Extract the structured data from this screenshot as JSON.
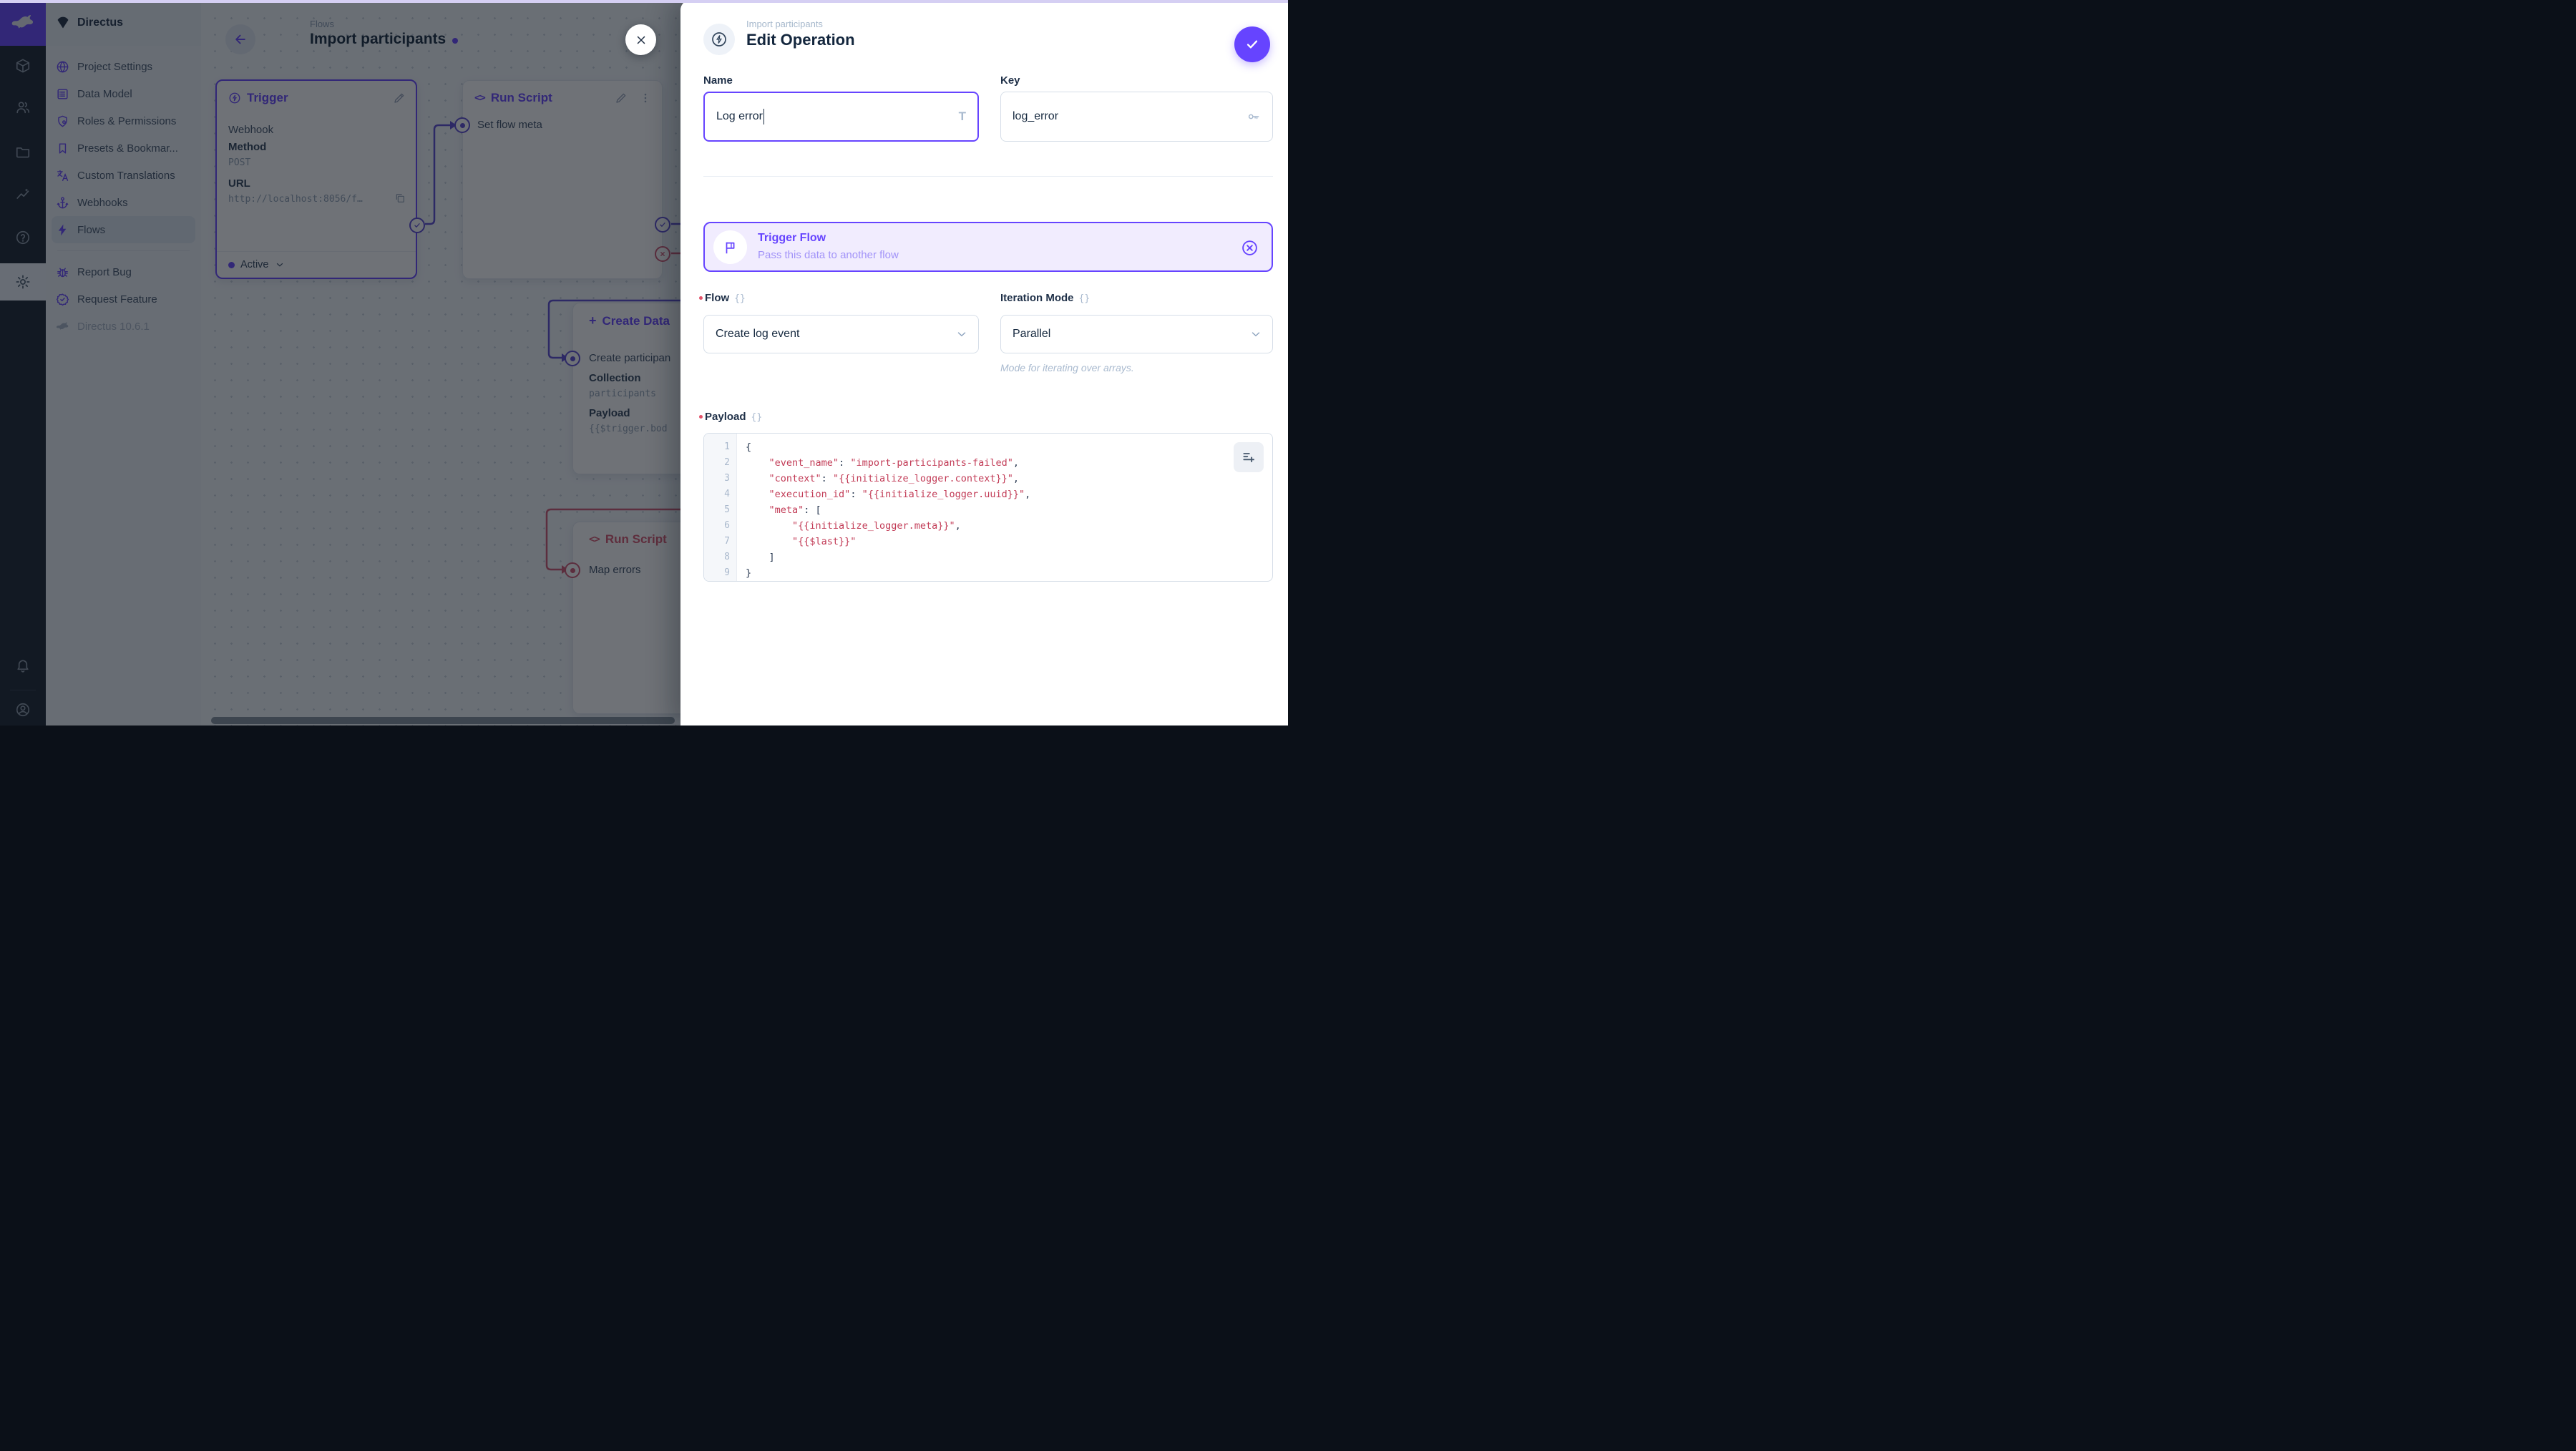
{
  "accent_color": "#6644ff",
  "module_bar": {
    "icons": [
      "content",
      "users",
      "files",
      "insights",
      "docs",
      "settings",
      "notifications",
      "account"
    ]
  },
  "nav": {
    "project_name": "Directus",
    "items": [
      {
        "label": "Project Settings"
      },
      {
        "label": "Data Model"
      },
      {
        "label": "Roles & Permissions"
      },
      {
        "label": "Presets & Bookmar..."
      },
      {
        "label": "Custom Translations"
      },
      {
        "label": "Webhooks"
      },
      {
        "label": "Flows"
      }
    ],
    "footer_items": [
      {
        "label": "Report Bug"
      },
      {
        "label": "Request Feature"
      }
    ],
    "version": "Directus 10.6.1"
  },
  "canvas": {
    "breadcrumb": "Flows",
    "title": "Import participants",
    "trigger_panel": {
      "title": "Trigger",
      "type_value": "Webhook",
      "method_label": "Method",
      "method_value": "POST",
      "url_label": "URL",
      "url_value": "http://localhost:8056/f…",
      "status": "Active"
    },
    "run_script_panel": {
      "title": "Run Script",
      "input_label": "Set flow meta"
    },
    "create_data_panel": {
      "title": "Create Data",
      "input_label": "Create participan",
      "collection_label": "Collection",
      "collection_value": "participants",
      "payload_label": "Payload",
      "payload_value": "{{$trigger.bod"
    },
    "map_errors_panel": {
      "title": "Run Script",
      "input_label": "Map errors"
    }
  },
  "drawer": {
    "breadcrumb": "Import participants",
    "title": "Edit Operation",
    "name_field": {
      "label": "Name",
      "value": "Log error"
    },
    "key_field": {
      "label": "Key",
      "value": "log_error"
    },
    "trigger_flow_card": {
      "title": "Trigger Flow",
      "subtitle": "Pass this data to another flow"
    },
    "flow_field": {
      "label": "Flow",
      "value": "Create log event"
    },
    "iteration_field": {
      "label": "Iteration Mode",
      "value": "Parallel",
      "note": "Mode for iterating over arrays."
    },
    "payload_editor": {
      "label": "Payload",
      "lines": [
        "{",
        "    \"event_name\": \"import-participants-failed\",",
        "    \"context\": \"{{initialize_logger.context}}\",",
        "    \"execution_id\": \"{{initialize_logger.uuid}}\",",
        "    \"meta\": [",
        "        \"{{initialize_logger.meta}}\",",
        "        \"{{$last}}\"",
        "    ]",
        "}"
      ]
    }
  }
}
